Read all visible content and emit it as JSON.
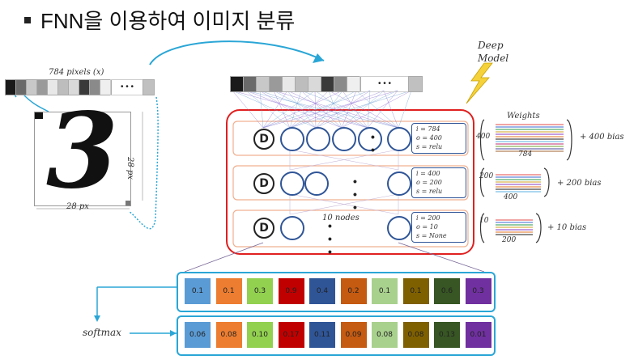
{
  "title": "FNN을 이용하여 이미지 분류",
  "digit_label": "3",
  "input_bar": {
    "label": "784 pixels (x)",
    "shades": [
      "#1a1a1a",
      "#6a6a6a",
      "#c8c8c8",
      "#9a9a9a",
      "#e8e8e8",
      "#bdbdbd",
      "#d9d9d9",
      "#3a3a3a",
      "#8a8a8a",
      "#efefef"
    ],
    "dots": "• • •"
  },
  "image_width_label": "28 px",
  "image_height_label": "28 px",
  "deep_model_label": "Deep\nModel",
  "layers": [
    {
      "d": "D",
      "dots": "• •",
      "params": [
        "i = 784",
        "o = 400",
        "s = relu"
      ],
      "weights_label": "Weights",
      "in_label": "400",
      "out_label": "784",
      "bias": "+ 400 bias"
    },
    {
      "d": "D",
      "dots": "• • •",
      "params": [
        "i = 400",
        "o = 200",
        "s = relu"
      ],
      "in_label": "200",
      "out_label": "400",
      "bias": "+ 200 bias"
    },
    {
      "d": "D",
      "dots": "• • •",
      "params": [
        "i = 200",
        "o = 10",
        "s = None"
      ],
      "nodes_label": "10 nodes",
      "in_label": "10",
      "out_label": "200",
      "bias": "+ 10 bias"
    }
  ],
  "softmax_label": "softmax",
  "outputs": {
    "colors": [
      "#5b9bd5",
      "#ed7d31",
      "#92d050",
      "#c00000",
      "#2f5597",
      "#c55a11",
      "#a9d18e",
      "#7f6000",
      "#375623",
      "#7030a0"
    ],
    "raw": [
      "0.1",
      "0.1",
      "0.3",
      "0.9",
      "0.4",
      "0.2",
      "0.1",
      "0.1",
      "0.6",
      "0.3"
    ],
    "softmax": [
      "0.06",
      "0.08",
      "0.10",
      "0.17",
      "0.11",
      "0.09",
      "0.08",
      "0.08",
      "0.13",
      "0.01"
    ]
  }
}
